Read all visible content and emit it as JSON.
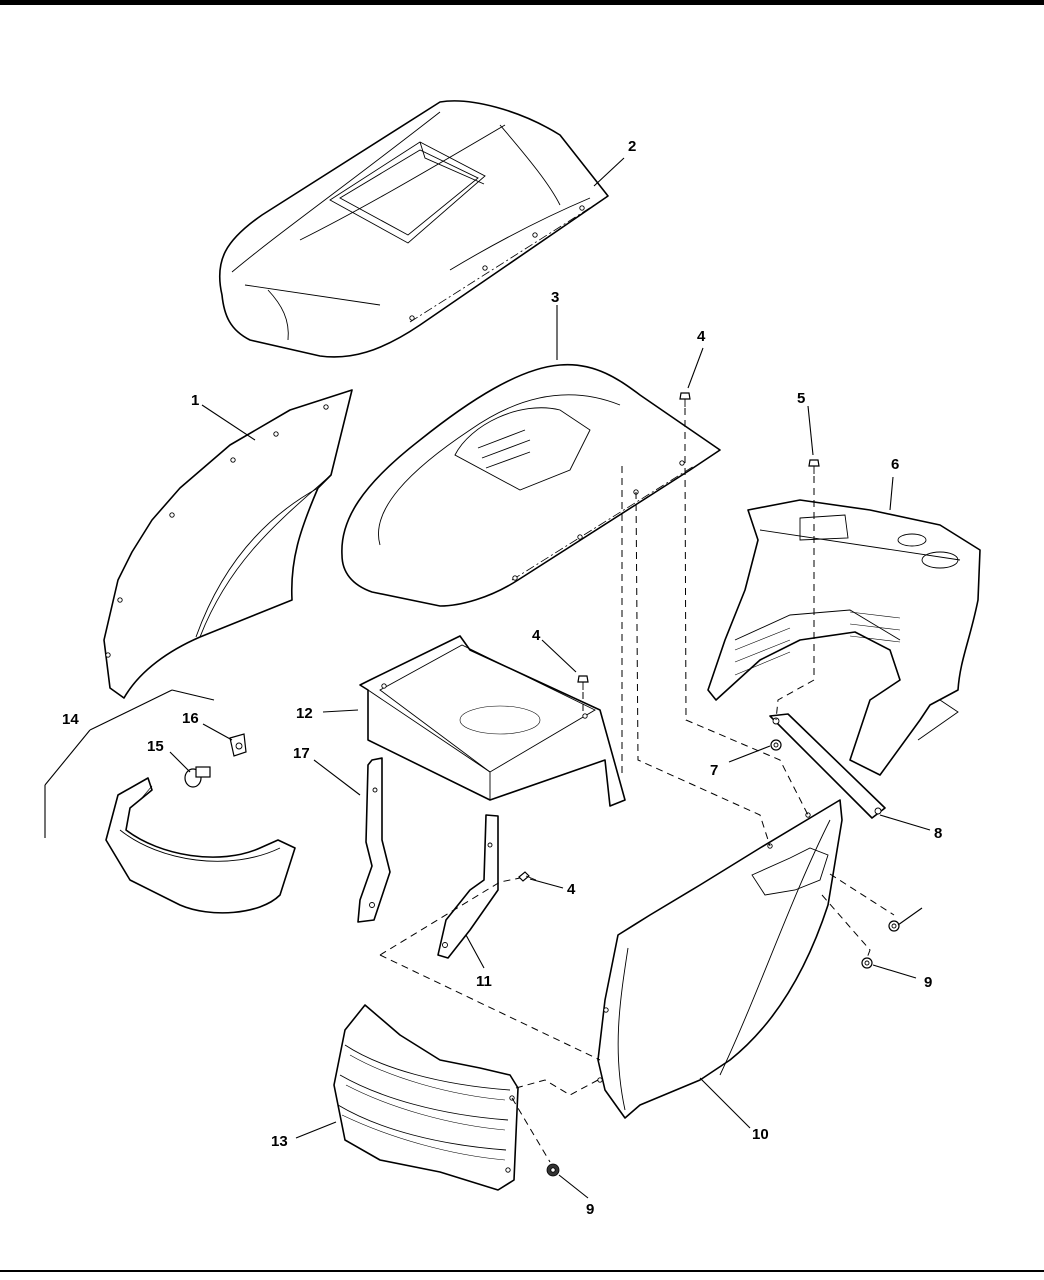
{
  "diagram": {
    "callouts": [
      {
        "id": "c1",
        "text": "1"
      },
      {
        "id": "c2",
        "text": "2"
      },
      {
        "id": "c3",
        "text": "3"
      },
      {
        "id": "c4a",
        "text": "4"
      },
      {
        "id": "c4b",
        "text": "4"
      },
      {
        "id": "c4c",
        "text": "4"
      },
      {
        "id": "c5",
        "text": "5"
      },
      {
        "id": "c6",
        "text": "6"
      },
      {
        "id": "c7",
        "text": "7"
      },
      {
        "id": "c8",
        "text": "8"
      },
      {
        "id": "c9a",
        "text": "9"
      },
      {
        "id": "c9b",
        "text": "9"
      },
      {
        "id": "c10",
        "text": "10"
      },
      {
        "id": "c11",
        "text": "11"
      },
      {
        "id": "c12",
        "text": "12"
      },
      {
        "id": "c13",
        "text": "13"
      },
      {
        "id": "c14",
        "text": "14"
      },
      {
        "id": "c15",
        "text": "15"
      },
      {
        "id": "c16",
        "text": "16"
      },
      {
        "id": "c17",
        "text": "17"
      }
    ]
  }
}
